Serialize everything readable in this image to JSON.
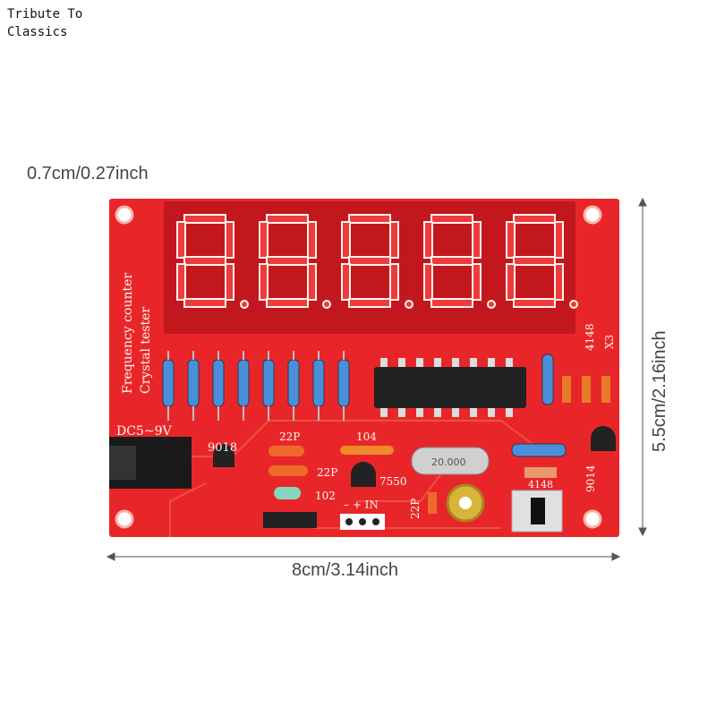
{
  "watermark": {
    "line1": "Tribute To",
    "line2": "Classics"
  },
  "dimensions": {
    "thickness": "0.7cm/0.27inch",
    "width": "8cm/3.14inch",
    "height": "5.5cm/2.16inch"
  },
  "board": {
    "title_line1": "Frequency counter",
    "title_line2": "Crystal tester",
    "power_label": "DC5~9V",
    "transistor_left": "9018",
    "transistor_right": "9014",
    "cap_top": "22P",
    "cap_mid": "22P",
    "cap_low": "102",
    "cap_104": "104",
    "ic_label": "7550",
    "input_label": "– + IN",
    "crystal": "20.000",
    "cap_vertical": "22P",
    "diode_top": "4148",
    "diode_bottom": "4148",
    "x3": "X3",
    "pcb_color": "#e8262a"
  }
}
